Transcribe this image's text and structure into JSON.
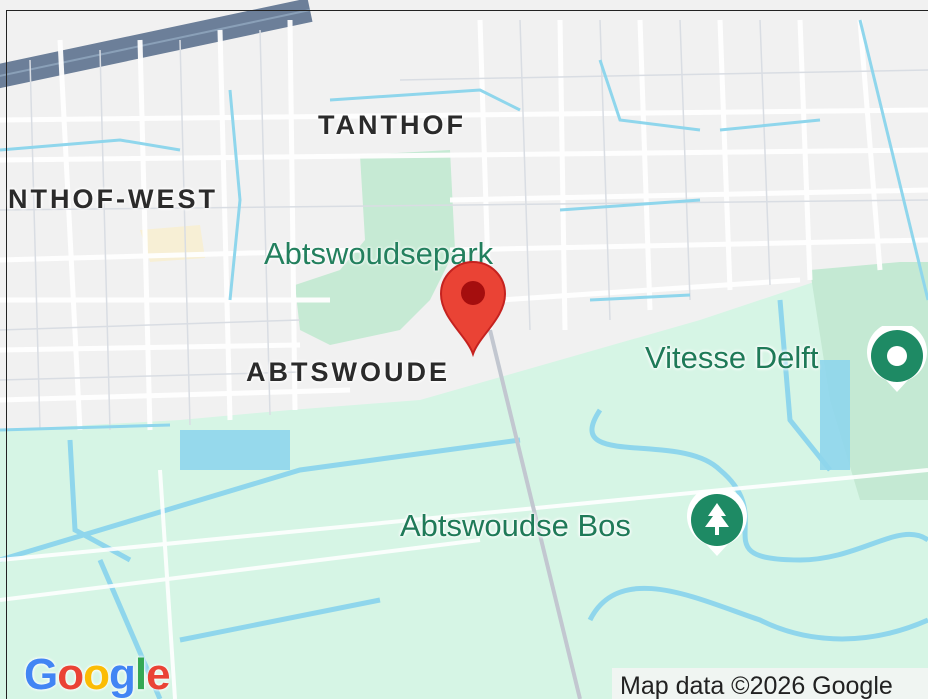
{
  "map": {
    "districts": {
      "tanthof": "TANTHOF",
      "tanthof_west": "NTHOF-WEST",
      "abtswoude": "ABTSWOUDE"
    },
    "parks": {
      "abtswoudsepark": "Abtswoudsepark"
    },
    "pois": {
      "vitesse": {
        "label": "Vitesse Delft",
        "icon": "place-dot-icon"
      },
      "bos": {
        "label": "Abtswoudse Bos",
        "icon": "tree-icon"
      }
    },
    "marker": {
      "icon": "map-pin-icon",
      "color": "#ea4335"
    },
    "colors": {
      "land": "#f1f1f1",
      "park": "#c9ebd6",
      "nature": "#d8f5e6",
      "water": "#8fd6ec",
      "road": "#ffffff",
      "highway": "#6c7f99",
      "poi": "#1e8a64"
    }
  },
  "footer": {
    "logo": {
      "G": "G",
      "o1": "o",
      "o2": "o",
      "g": "g",
      "l": "l",
      "e": "e"
    },
    "attribution": "Map data ©2026 Google"
  }
}
